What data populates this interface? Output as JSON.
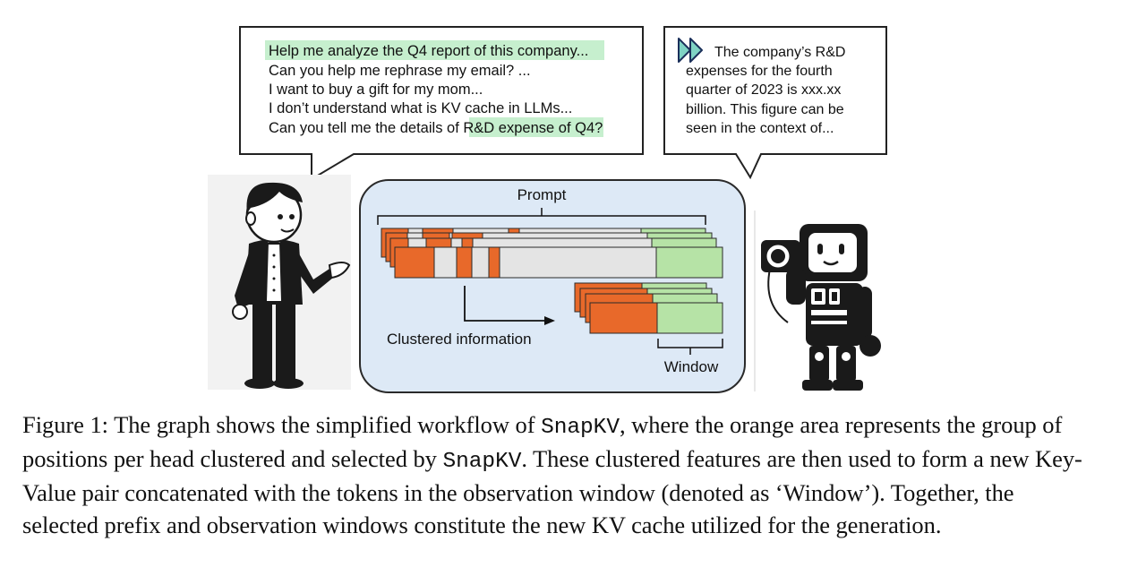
{
  "user_bubble": {
    "lines": [
      "Help me analyze the Q4 report of this company...",
      "Can you help me rephrase my email? ...",
      "I want to buy a gift for my mom...",
      "I don’t understand what is KV cache in LLMs...",
      "Can you tell me the details of ",
      "R&D expense of Q4",
      "?"
    ]
  },
  "robot_bubble": {
    "lines": [
      "The company’s R&D",
      "expenses for the fourth",
      "quarter of 2023 is xxx.xx",
      "billion. This figure can be",
      "seen in the context of..."
    ]
  },
  "diagram": {
    "prompt_label": "Prompt",
    "clustered_label": "Clustered information",
    "window_label": "Window"
  },
  "colors": {
    "highlight": "#c6efce",
    "orange": "#e8692a",
    "green": "#b6e3a6",
    "panel": "#dde9f6",
    "gray": "#e4e4e4"
  },
  "caption": {
    "label": "Figure 1:",
    "text1": " The graph shows the simplified workflow of ",
    "name1": "SnapKV",
    "text2": ", where the orange area represents the group of positions per head clustered and selected by ",
    "name2": "SnapKV",
    "text3": ". These clustered features are then used to form a new Key-Value pair concatenated with the tokens in the observation window (denoted as ‘Window’). Together, the selected prefix and observation windows constitute the new KV cache utilized for the generation."
  }
}
